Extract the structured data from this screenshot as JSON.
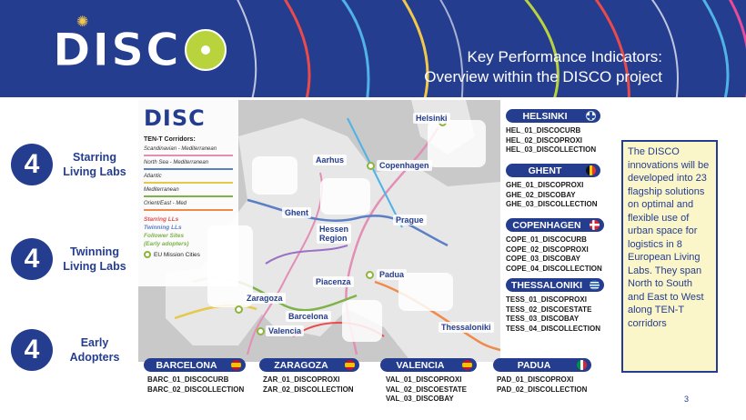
{
  "header": {
    "logo_text": "DISC",
    "title_line1": "Key Performance Indicators:",
    "title_line2": "Overview within the DISCO project"
  },
  "groups": [
    {
      "number": "4",
      "label_line1": "Starring",
      "label_line2": "Living Labs"
    },
    {
      "number": "4",
      "label_line1": "Twinning",
      "label_line2": "Living Labs"
    },
    {
      "number": "4",
      "label_line1": "Early",
      "label_line2": "Adopters"
    }
  ],
  "map": {
    "legend_logo": "DISC",
    "legend_title": "TEN-T Corridors:",
    "corridors": [
      "Scandinavian - Mediterranean",
      "North Sea - Mediterranean",
      "Atlantic",
      "Mediterranean",
      "Orient/East - Med"
    ],
    "corridor_colors": [
      "#e38fb5",
      "#5b7fc4",
      "#e6c84a",
      "#7fb24a",
      "#f08a4b"
    ],
    "ll_types": [
      "Starring LLs",
      "Twinning LLs",
      "Follower Sites",
      "(Early adopters)"
    ],
    "mission_label": "EU Mission Cities",
    "cities": {
      "helsinki": "Helsinki",
      "aarhus": "Aarhus",
      "copenhagen": "Copenhagen",
      "ghent": "Ghent",
      "hessen": "Hessen\nRegion",
      "prague": "Prague",
      "padua": "Padua",
      "piacenza": "Piacenza",
      "zaragoza": "Zaragoza",
      "barcelona": "Barcelona",
      "valencia": "Valencia",
      "thessaloniki": "Thessaloniki"
    }
  },
  "kpis": {
    "helsinki": {
      "name": "HELSINKI",
      "items": [
        "HEL_01_DISCOCURB",
        "HEL_02_DISCOPROXI",
        "HEL_03_DISCOLLECTION"
      ]
    },
    "ghent": {
      "name": "GHENT",
      "items": [
        "GHE_01_DISCOPROXI",
        "GHE_02_DISCOBAY",
        "GHE_03_DISCOLLECTION"
      ]
    },
    "copenhagen": {
      "name": "COPENHAGEN",
      "items": [
        "COPE_01_DISCOCURB",
        "COPE_02_DISCOPROXI",
        "COPE_03_DISCOBAY",
        "COPE_04_DISCOLLECTION"
      ]
    },
    "thessaloniki": {
      "name": "THESSALONIKI",
      "items": [
        "TESS_01_DISCOPROXI",
        "TESS_02_DISCOESTATE",
        "TESS_03_DISCOBAY",
        "TESS_04_DISCOLLECTION"
      ]
    },
    "barcelona": {
      "name": "BARCELONA",
      "items": [
        "BARC_01_DISCOCURB",
        "BARC_02_DISCOLLECTION"
      ]
    },
    "zaragoza": {
      "name": "ZARAGOZA",
      "items": [
        "ZAR_01_DISCOPROXI",
        "ZAR_02_DISCOLLECTION"
      ]
    },
    "valencia": {
      "name": "VALENCIA",
      "items": [
        "VAL_01_DISCOPROXI",
        "VAL_02_DISCOESTATE",
        "VAL_03_DISCOBAY"
      ]
    },
    "padua": {
      "name": "PADUA",
      "items": [
        "PAD_01_DISCOPROXI",
        "PAD_02_DISCOLLECTION"
      ]
    }
  },
  "note": "The DISCO innovations will be developed into 23 flagship solutions on optimal and flexible use of urban space for logistics in 8 European Living Labs. They span North to South and East to West along TEN-T corridors",
  "page_number": "3",
  "colors": {
    "brand_navy": "#253d8f",
    "accent_green": "#b9d33c",
    "note_bg": "#fbf6c9"
  }
}
